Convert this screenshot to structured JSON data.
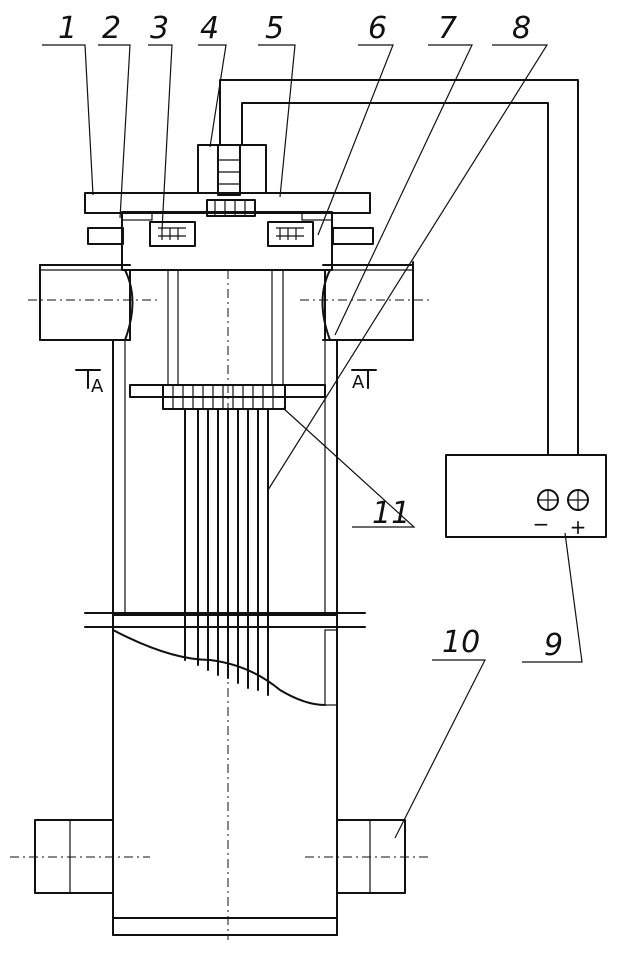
{
  "callouts": {
    "c1": "1",
    "c2": "2",
    "c3": "3",
    "c4": "4",
    "c5": "5",
    "c6": "6",
    "c7": "7",
    "c8": "8",
    "c9": "9",
    "c10": "10",
    "c11": "11"
  },
  "section_marks": {
    "left": "A",
    "right": "A"
  },
  "power_supply": {
    "minus": "−",
    "plus": "+"
  }
}
